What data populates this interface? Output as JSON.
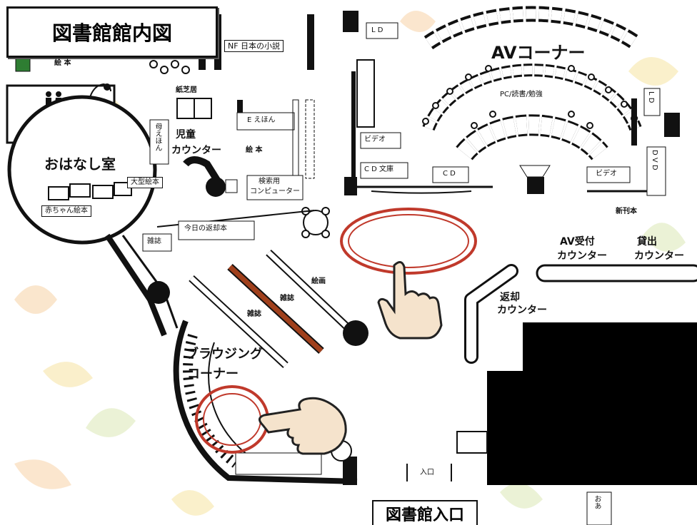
{
  "title": "図書館館内図",
  "entrance_sign": "図書館入口",
  "colors": {
    "leaf_orange": "#f7d2a6",
    "leaf_green": "#dbe8b5",
    "leaf_yellow": "#f6e3a1",
    "circle_red": "#c0392b",
    "magazine_rack_brown": "#a0401c",
    "hand_fill": "#f5e3cc"
  },
  "icons": [
    "restroom-icon",
    "baby-care-icon",
    "pointing-hand-icon"
  ],
  "labels": {
    "picture_books_top": "絵 本",
    "kamishibai": "紙芝居",
    "japanese_novels": "NF 日本の小説",
    "ld_top": "L D",
    "av_corner": "AVコーナー",
    "pc_study": "PC/読書/勉強",
    "ld_right": "L D",
    "video_left": "ビデオ",
    "cd_bunko": "C D 文庫",
    "cd": "C D",
    "video_right": "ビデオ",
    "dvd": "D V D",
    "new_books": "新刊本",
    "ehon_e": "E えほん",
    "ehon_vertical": "母えほん",
    "children_counter_1": "児童",
    "children_counter_2": "カウンター",
    "picture_books_mid": "絵 本",
    "story_room": "おはなし室",
    "large_picture_books": "大型絵本",
    "baby_picture_books": "赤ちゃん絵本",
    "search_pc_1": "検索用",
    "search_pc_2": "コンピューター",
    "magazines_left": "雑誌",
    "today_returns": "今日の返却本",
    "picture_art": "絵画",
    "magazines_mid": "雑誌",
    "magazines_low": "雑誌",
    "browsing_1": "ブラウジング",
    "browsing_2": "コーナー",
    "return_counter_1": "返却",
    "return_counter_2": "カウンター",
    "av_reception_1": "AV受付",
    "av_reception_2": "カウンター",
    "lending_1": "貸出",
    "lending_2": "カウンター",
    "entrance": "入口",
    "partial_right": "おあ"
  }
}
